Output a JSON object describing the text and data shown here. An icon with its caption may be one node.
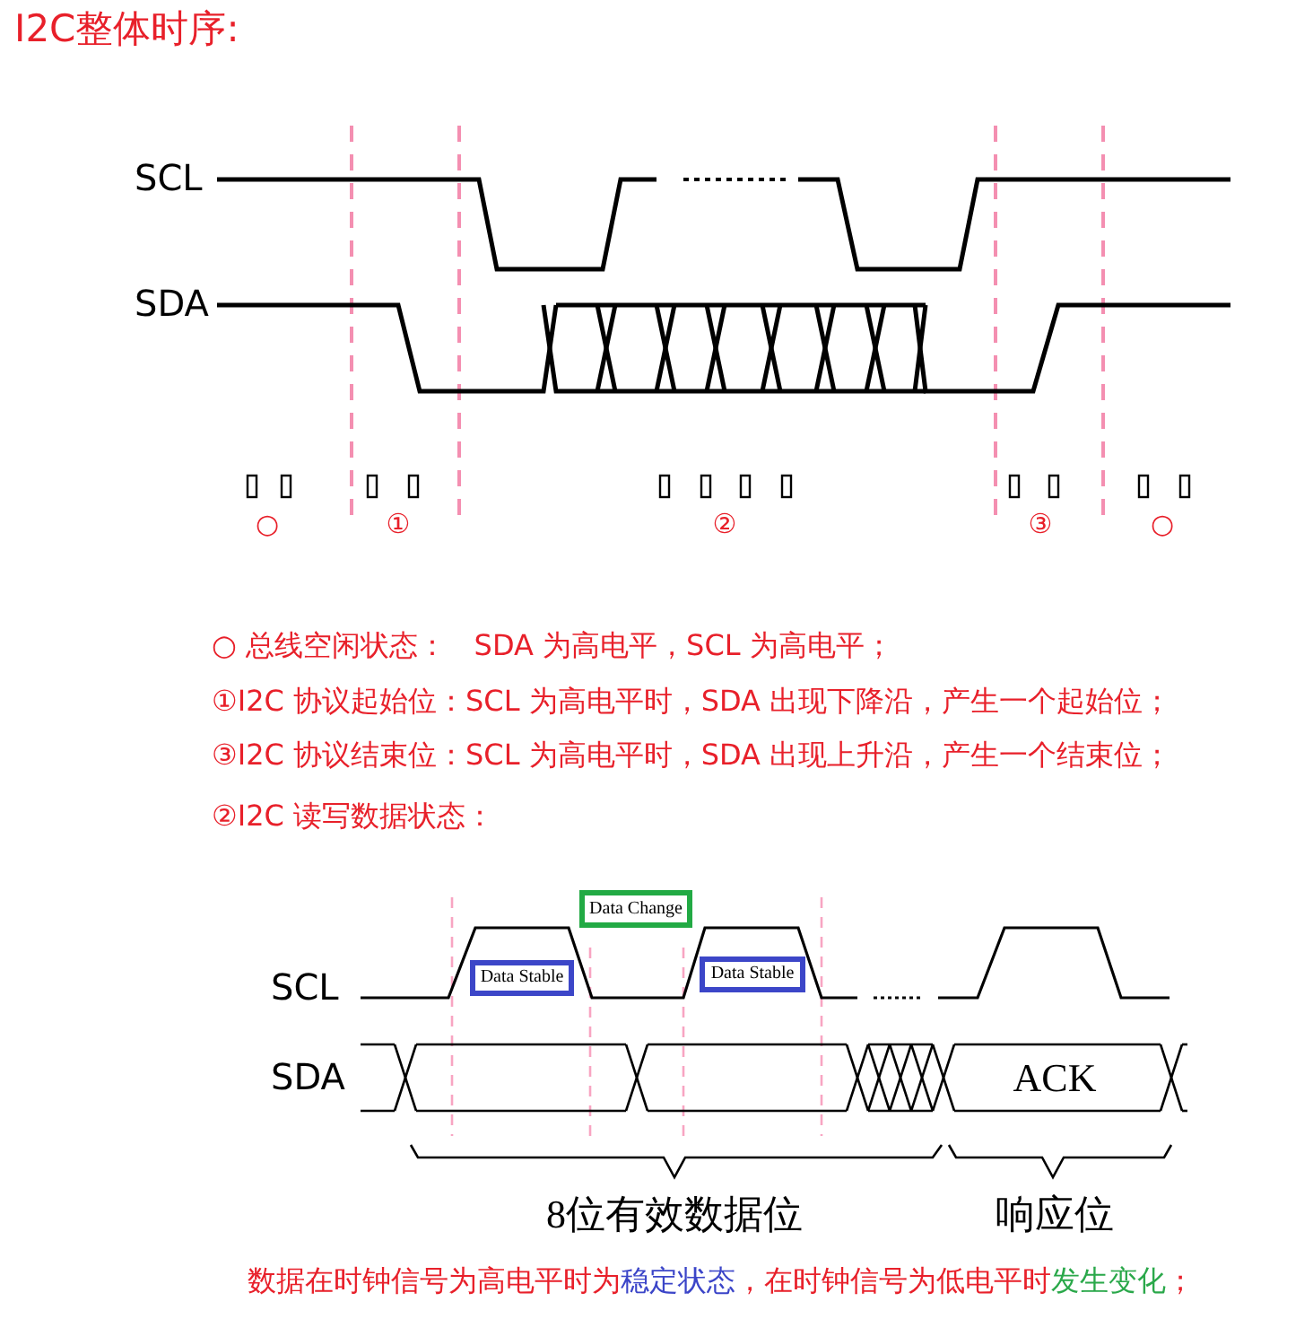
{
  "diagram": {
    "title": "I2C整体时序:",
    "nodes": [
      {
        "text": [
          "Data Change"
        ]
      },
      {
        "text": [
          "Data Stable"
        ]
      },
      {
        "text": [
          "Data Stable"
        ]
      }
    ],
    "labels": [
      "SCL",
      "SDA",
      "○",
      "①",
      "②",
      "③",
      "○",
      "○ 总线空闲状态：   SDA 为高电平，SCL 为高电平；",
      "①I2C 协议起始位：SCL 为高电平时，SDA 出现下降沿，产生一个起始位；",
      "③I2C 协议结束位：SCL 为高电平时，SDA 出现上升沿，产生一个结束位；",
      "②I2C 读写数据状态：",
      "SCL",
      "SDA",
      "ACK",
      "8位有效数据位",
      "响应位",
      "数据在时钟信号为高电平时为",
      "稳定状态",
      "，在时钟信号为低电平时",
      "发生变化",
      "；"
    ]
  }
}
